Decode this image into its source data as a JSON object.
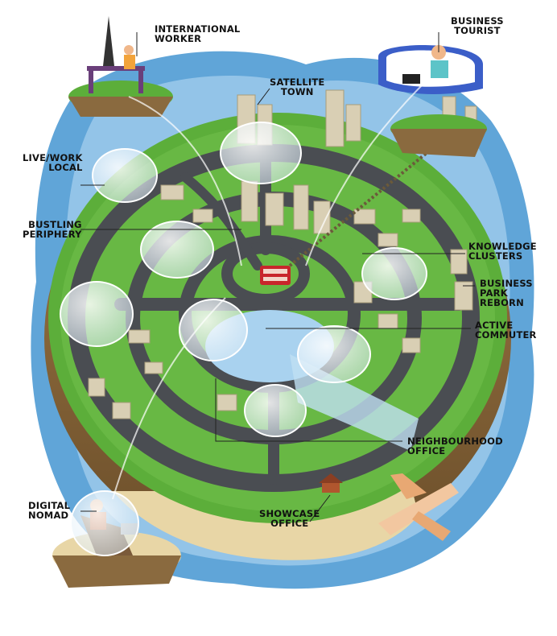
{
  "labels": {
    "international_worker": [
      "INTERNATIONAL",
      "WORKER"
    ],
    "business_tourist": [
      "BUSINESS",
      "TOURIST"
    ],
    "satellite_town": [
      "SATELLITE",
      "TOWN"
    ],
    "live_work_local": [
      "LIVE/WORK",
      "LOCAL"
    ],
    "bustling_periphery": [
      "BUSTLING",
      "PERIPHERY"
    ],
    "knowledge_clusters": [
      "KNOWLEDGE",
      "CLUSTERS"
    ],
    "business_park_reborn": [
      "BUSINESS",
      "PARK",
      "REBORN"
    ],
    "active_commuter": [
      "ACTIVE",
      "COMMUTER"
    ],
    "neighbourhood_office": [
      "NEIGHBOURHOOD",
      "OFFICE"
    ],
    "digital_nomad": [
      "DIGITAL",
      "NOMAD"
    ],
    "showcase_office": [
      "SHOWCASE",
      "OFFICE"
    ]
  },
  "colors": {
    "water": "#4f9bd4",
    "water_light": "#a9d2ef",
    "grass": "#5cae3a",
    "grass_dark": "#3f8a2a",
    "road": "#4a4d52",
    "building": "#d9cfb4",
    "beach": "#e8d6a6",
    "cliff": "#8a6a3f",
    "bubble": "#ffffff"
  }
}
